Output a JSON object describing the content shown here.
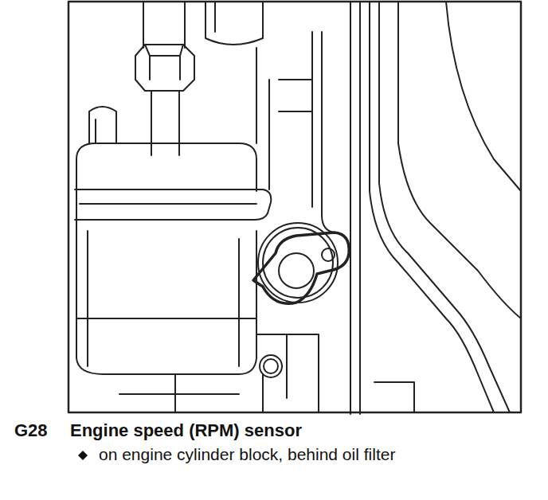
{
  "diagram": {
    "labels": [
      "G28",
      "Engine speed (RPM) sensor",
      "on engine cylinder block, behind oil filter"
    ]
  }
}
